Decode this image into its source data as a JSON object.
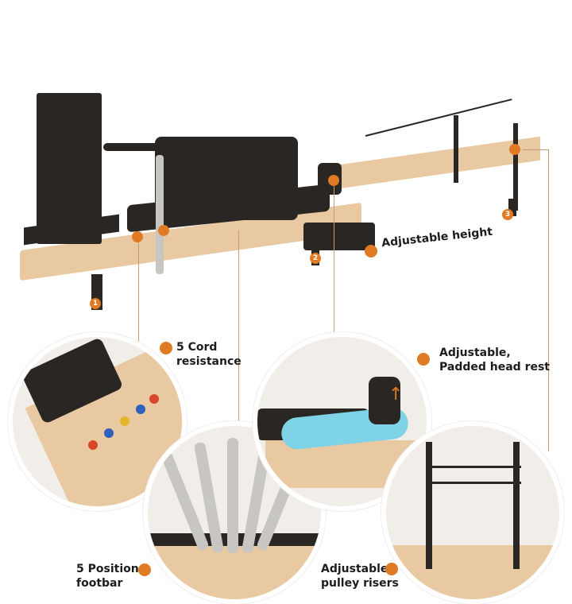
{
  "features": [
    {
      "id": "adjustable-height",
      "text": "Adjustable height"
    },
    {
      "id": "cord-resistance",
      "line1": "5 Cord",
      "line2": "resistance"
    },
    {
      "id": "head-rest",
      "line1": "Adjustable,",
      "line2": "Padded head rest"
    },
    {
      "id": "footbar",
      "line1": "5 Position",
      "line2": "footbar"
    },
    {
      "id": "pulley-risers",
      "line1": "Adjustable",
      "line2": "pulley risers"
    }
  ],
  "markers": [
    "1",
    "2",
    "3"
  ],
  "colors": {
    "accent": "#e07a23",
    "wood": "#e9c9a2",
    "leather": "#2a2624"
  }
}
